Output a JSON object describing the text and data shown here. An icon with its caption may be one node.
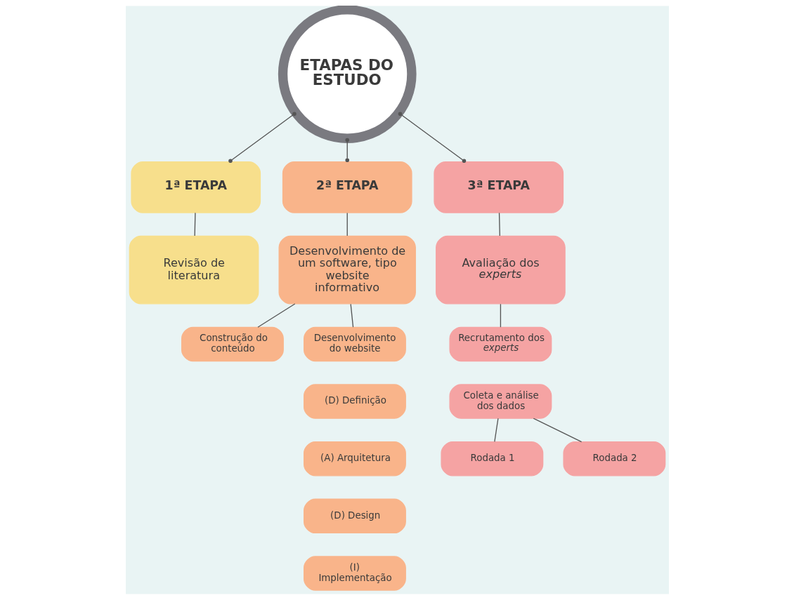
{
  "diagram": {
    "nodes": [
      {
        "text": [
          "ETAPAS DO ESTUDO"
        ]
      },
      {
        "text": [
          "1ª ETAPA"
        ]
      },
      {
        "text": [
          "Revisão de literatura"
        ]
      },
      {
        "text": [
          "2ª ETAPA"
        ]
      },
      {
        "text": [
          "Desenvolvimento de um software, tipo website informativo"
        ]
      },
      {
        "text": [
          "Construção do conteúdo"
        ]
      },
      {
        "text": [
          "Desenvolvimento do website"
        ]
      },
      {
        "text": [
          "(D) Definição"
        ]
      },
      {
        "text": [
          "(A) Arquitetura"
        ]
      },
      {
        "text": [
          "(D) Design"
        ]
      },
      {
        "text": [
          "(I) Implementação"
        ]
      },
      {
        "text": [
          "3ª ETAPA"
        ]
      },
      {
        "text": [
          "Avaliação dos *experts*"
        ]
      },
      {
        "text": [
          "Recrutamento dos *experts*"
        ]
      },
      {
        "text": [
          "Coleta e análise dos dados"
        ]
      },
      {
        "text": [
          "Rodada 1"
        ]
      },
      {
        "text": [
          "Rodada 2"
        ]
      }
    ],
    "edges": [
      {
        "from": 0,
        "to": 1,
        "arrow": "other"
      },
      {
        "from": 0,
        "to": 3,
        "arrow": "other"
      },
      {
        "from": 0,
        "to": 11,
        "arrow": "other"
      },
      {
        "from": 1,
        "to": 2,
        "arrow": "none"
      },
      {
        "from": 3,
        "to": 4,
        "arrow": "none"
      },
      {
        "from": 4,
        "to": 5,
        "arrow": "none"
      },
      {
        "from": 4,
        "to": 6,
        "arrow": "none"
      },
      {
        "from": 11,
        "to": 12,
        "arrow": "none"
      },
      {
        "from": 12,
        "to": 13,
        "arrow": "none"
      },
      {
        "from": 14,
        "to": 15,
        "arrow": "none"
      },
      {
        "from": 14,
        "to": 16,
        "arrow": "none"
      }
    ]
  }
}
